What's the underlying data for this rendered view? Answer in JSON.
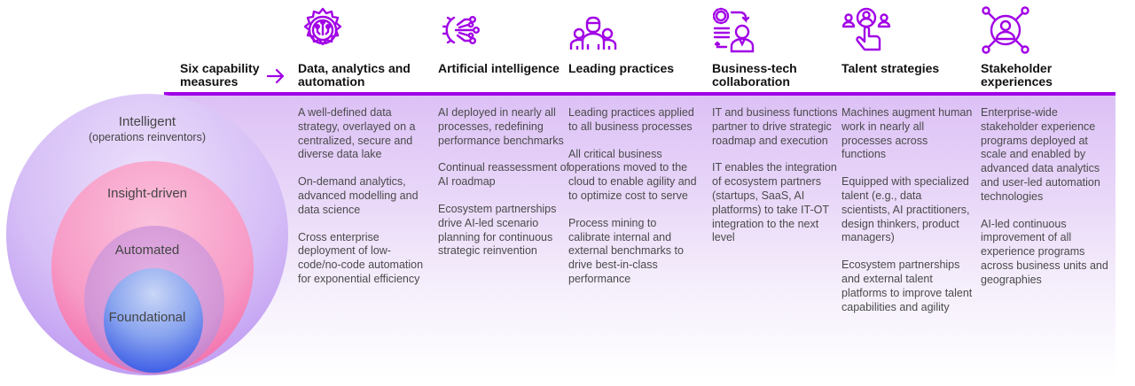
{
  "header": {
    "measures_label": "Six capability measures",
    "arrow_icon": "arrow-right-icon"
  },
  "colors": {
    "accent": "#a100e6",
    "band_top": "#dcc0f6",
    "intelligent": "#c9a8f4",
    "insight_driven": "#f583b9",
    "automated": "#d396d6",
    "foundational": "#4a68e8"
  },
  "maturity_levels": [
    {
      "label": "Intelligent",
      "sublabel": "(operations reinventors)"
    },
    {
      "label": "Insight-driven"
    },
    {
      "label": "Automated"
    },
    {
      "label": "Foundational"
    }
  ],
  "columns": [
    {
      "icon": "gear-circuit-icon",
      "title": "Data, analytics and automation",
      "points": [
        "A well-defined data strategy, overlayed on a centralized, secure and diverse data lake",
        "On-demand analytics, advanced modelling and data science",
        "Cross enterprise deployment of low-code/no-code automation for exponential efficiency"
      ]
    },
    {
      "icon": "ai-circuit-icon",
      "title": "Artificial intelligence",
      "points": [
        "AI deployed in nearly all processes, redefining performance benchmarks",
        "Continual reassessment of AI roadmap",
        "Ecosystem partnerships drive AI-led scenario planning for continuous strategic reinvention"
      ]
    },
    {
      "icon": "team-people-icon",
      "title": "Leading practices",
      "points": [
        "Leading practices applied to all business processes",
        "All critical business operations moved to the cloud to enable agility and to optimize cost to serve",
        "Process mining to calibrate internal and external benchmarks to drive best-in-class performance"
      ]
    },
    {
      "icon": "business-tech-person-icon",
      "title": "Business-tech collaboration",
      "points": [
        "IT and business functions partner to drive strategic roadmap and execution",
        "IT enables the integration of ecosystem partners (startups, SaaS, AI platforms) to take IT-OT integration to the next level"
      ]
    },
    {
      "icon": "talent-select-hand-icon",
      "title": "Talent strategies",
      "points": [
        "Machines augment human work in nearly all processes across functions",
        "Equipped with specialized talent (e.g., data scientists, AI practitioners, design thinkers, product managers)",
        "Ecosystem partnerships and external talent platforms to improve talent capabilities and agility"
      ]
    },
    {
      "icon": "stakeholder-network-icon",
      "title": "Stakeholder experiences",
      "points": [
        "Enterprise-wide stakeholder experience programs deployed at scale and enabled by advanced data analytics and user-led automation technologies",
        "AI-led continuous improvement of all experience programs across business units and geographies"
      ]
    }
  ]
}
